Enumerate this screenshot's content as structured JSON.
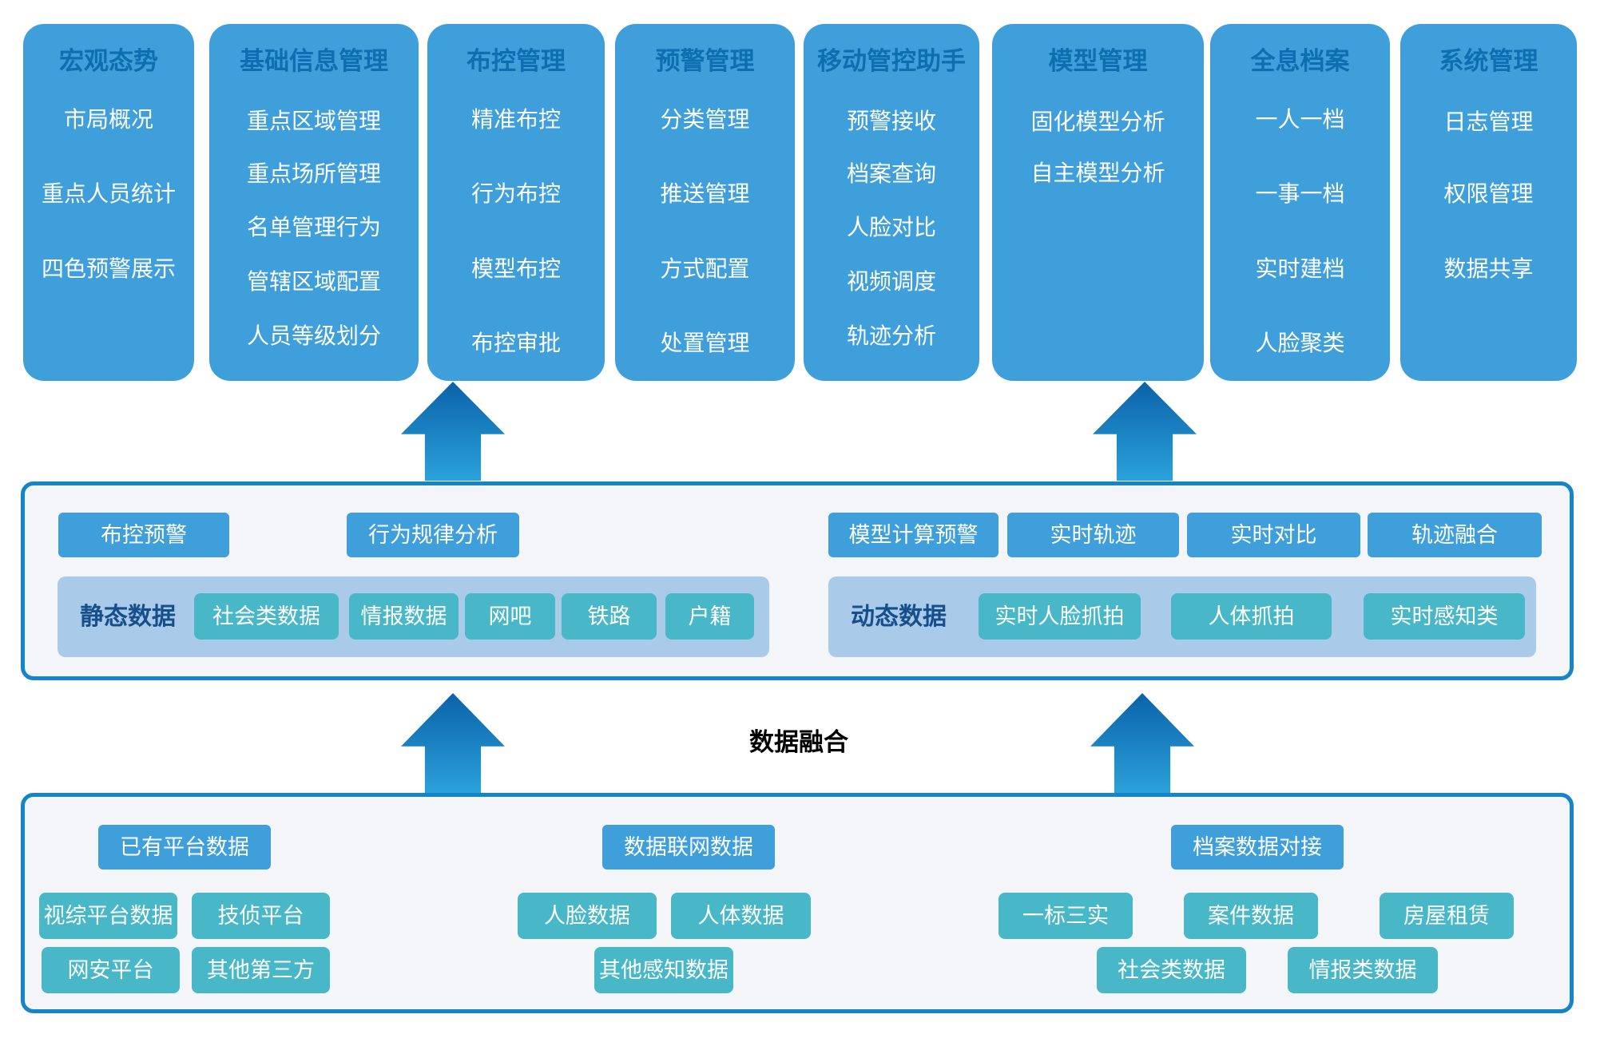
{
  "colors": {
    "card_blue": "#3F9FDB",
    "card_title_blue": "#0E6FB0",
    "teal_pill": "#48B7C7",
    "light_blue_container": "#A9CBE9",
    "panel_background": "#F4F5F8",
    "panel_border": "#1585CA",
    "arrow_gradient_top": "#0B62A8",
    "arrow_gradient_bottom": "#2BA2DC",
    "group_label_navy": "#174F8C",
    "fusion_text": "#000000"
  },
  "top_cards": [
    {
      "title": "宏观态势",
      "items": [
        "市局概况",
        "重点人员统计",
        "四色预警展示"
      ]
    },
    {
      "title": "基础信息管理",
      "items": [
        "重点区域管理",
        "重点场所管理",
        "名单管理行为",
        "管辖区域配置",
        "人员等级划分"
      ]
    },
    {
      "title": "布控管理",
      "items": [
        "精准布控",
        "行为布控",
        "模型布控",
        "布控审批"
      ]
    },
    {
      "title": "预警管理",
      "items": [
        "分类管理",
        "推送管理",
        "方式配置",
        "处置管理"
      ]
    },
    {
      "title": "移动管控助手",
      "items": [
        "预警接收",
        "档案查询",
        "人脸对比",
        "视频调度",
        "轨迹分析"
      ]
    },
    {
      "title": "模型管理",
      "items": [
        "固化模型分析",
        "自主模型分析"
      ]
    },
    {
      "title": "全息档案",
      "items": [
        "一人一档",
        "一事一档",
        "实时建档",
        "人脸聚类"
      ]
    },
    {
      "title": "系统管理",
      "items": [
        "日志管理",
        "权限管理",
        "数据共享"
      ]
    }
  ],
  "middle": {
    "function_pills": [
      "布控预警",
      "行为规律分析",
      "模型计算预警",
      "实时轨迹",
      "实时对比",
      "轨迹融合"
    ],
    "static_group": {
      "label": "静态数据",
      "pills": [
        "社会类数据",
        "情报数据",
        "网吧",
        "铁路",
        "户籍"
      ]
    },
    "dynamic_group": {
      "label": "动态数据",
      "pills": [
        "实时人脸抓拍",
        "人体抓拍",
        "实时感知类"
      ]
    }
  },
  "fusion_label": "数据融合",
  "bottom": {
    "groups": [
      {
        "header": "已有平台数据",
        "pills": [
          "视综平台数据",
          "技侦平台",
          "网安平台",
          "其他第三方"
        ]
      },
      {
        "header": "数据联网数据",
        "pills": [
          "人脸数据",
          "人体数据",
          "其他感知数据"
        ]
      },
      {
        "header": "档案数据对接",
        "pills": [
          "一标三实",
          "案件数据",
          "房屋租赁",
          "社会类数据",
          "情报类数据"
        ]
      }
    ]
  }
}
